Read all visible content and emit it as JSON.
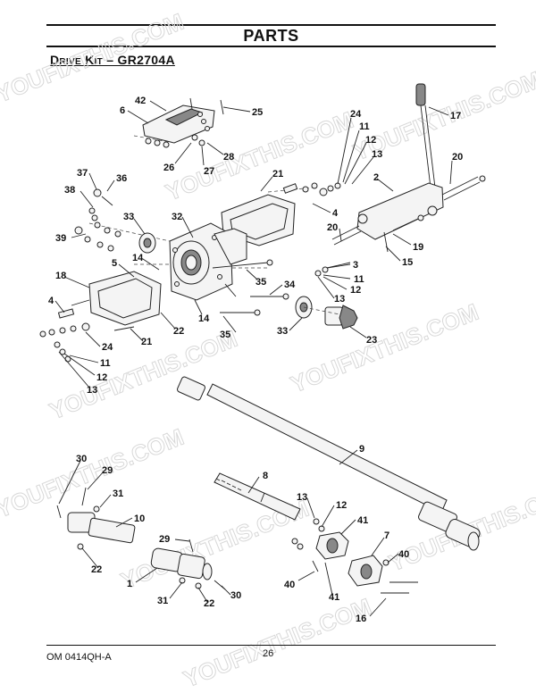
{
  "header": {
    "title": "PARTS"
  },
  "section": {
    "title": "Drive Kit – GR2704A"
  },
  "footer": {
    "doc_code": "OM 0414QH-A",
    "page_number": "26"
  },
  "watermark": {
    "texts": [
      "YOUFIXTHIS.COM"
    ]
  },
  "callouts": [
    {
      "id": "c42",
      "label": "42"
    },
    {
      "id": "c6",
      "label": "6"
    },
    {
      "id": "c25",
      "label": "25"
    },
    {
      "id": "c26",
      "label": "26"
    },
    {
      "id": "c27",
      "label": "27"
    },
    {
      "id": "c28",
      "label": "28"
    },
    {
      "id": "c17",
      "label": "17"
    },
    {
      "id": "c24a",
      "label": "24"
    },
    {
      "id": "c11a",
      "label": "11"
    },
    {
      "id": "c12a",
      "label": "12"
    },
    {
      "id": "c13a",
      "label": "13"
    },
    {
      "id": "c2",
      "label": "2"
    },
    {
      "id": "c20a",
      "label": "20"
    },
    {
      "id": "c21a",
      "label": "21"
    },
    {
      "id": "c37",
      "label": "37"
    },
    {
      "id": "c36",
      "label": "36"
    },
    {
      "id": "c38",
      "label": "38"
    },
    {
      "id": "c33a",
      "label": "33"
    },
    {
      "id": "c32",
      "label": "32"
    },
    {
      "id": "c4a",
      "label": "4"
    },
    {
      "id": "c39",
      "label": "39"
    },
    {
      "id": "c20b",
      "label": "20"
    },
    {
      "id": "c19",
      "label": "19"
    },
    {
      "id": "c15",
      "label": "15"
    },
    {
      "id": "c3",
      "label": "3"
    },
    {
      "id": "c5",
      "label": "5"
    },
    {
      "id": "c14a",
      "label": "14"
    },
    {
      "id": "c18",
      "label": "18"
    },
    {
      "id": "c35a",
      "label": "35"
    },
    {
      "id": "c34",
      "label": "34"
    },
    {
      "id": "c11b",
      "label": "11"
    },
    {
      "id": "c12b",
      "label": "12"
    },
    {
      "id": "c13b",
      "label": "13"
    },
    {
      "id": "c4b",
      "label": "4"
    },
    {
      "id": "c14b",
      "label": "14"
    },
    {
      "id": "c22a",
      "label": "22"
    },
    {
      "id": "c35b",
      "label": "35"
    },
    {
      "id": "c33b",
      "label": "33"
    },
    {
      "id": "c23",
      "label": "23"
    },
    {
      "id": "c24b",
      "label": "24"
    },
    {
      "id": "c21b",
      "label": "21"
    },
    {
      "id": "c11c",
      "label": "11"
    },
    {
      "id": "c12c",
      "label": "12"
    },
    {
      "id": "c13c",
      "label": "13"
    },
    {
      "id": "c9",
      "label": "9"
    },
    {
      "id": "c30a",
      "label": "30"
    },
    {
      "id": "c29a",
      "label": "29"
    },
    {
      "id": "c8",
      "label": "8"
    },
    {
      "id": "c31a",
      "label": "31"
    },
    {
      "id": "c10",
      "label": "10"
    },
    {
      "id": "c13d",
      "label": "13"
    },
    {
      "id": "c12d",
      "label": "12"
    },
    {
      "id": "c41a",
      "label": "41"
    },
    {
      "id": "c29b",
      "label": "29"
    },
    {
      "id": "c7",
      "label": "7"
    },
    {
      "id": "c22b",
      "label": "22"
    },
    {
      "id": "c40a",
      "label": "40"
    },
    {
      "id": "c1",
      "label": "1"
    },
    {
      "id": "c40b",
      "label": "40"
    },
    {
      "id": "c31b",
      "label": "31"
    },
    {
      "id": "c22c",
      "label": "22"
    },
    {
      "id": "c30b",
      "label": "30"
    },
    {
      "id": "c41b",
      "label": "41"
    },
    {
      "id": "c16",
      "label": "16"
    }
  ]
}
